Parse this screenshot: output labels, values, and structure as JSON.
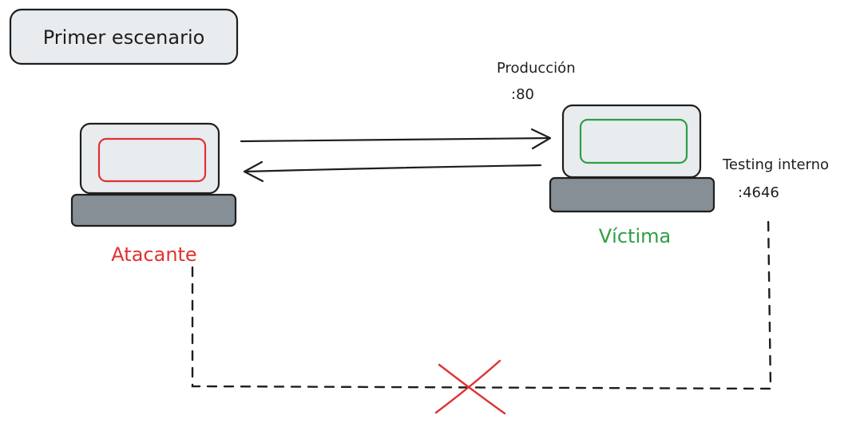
{
  "title": "Primer escenario",
  "attacker": {
    "label": "Atacante",
    "color": "#e03131"
  },
  "victim": {
    "label": "Víctima",
    "color": "#2f9e44"
  },
  "services": {
    "production_label": "Producción",
    "production_port": ":80",
    "testing_label": "Testing interno",
    "testing_port": ":4646"
  },
  "colors": {
    "stroke": "#1e1e1e",
    "screen_fill": "#e9ecef",
    "base_fill": "#868e96",
    "blocked": "#e03131"
  },
  "icons": {
    "blocked": "cross-icon"
  }
}
